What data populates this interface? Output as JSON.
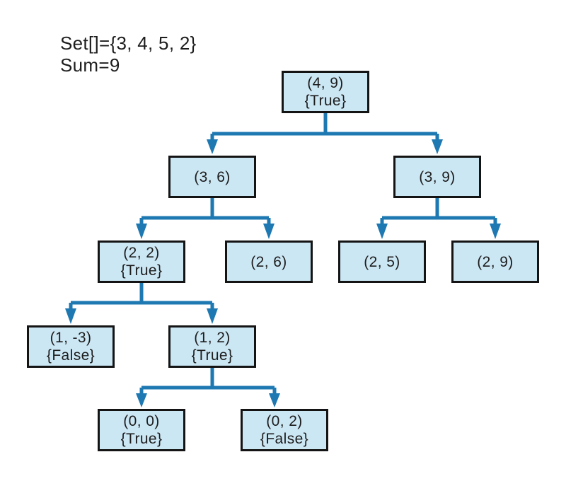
{
  "title": {
    "set_label": "Set[]={3, 4, 5, 2}",
    "sum_label": "Sum=9"
  },
  "colors": {
    "background": "#ffffff",
    "node_fill": "#cce7f4",
    "node_border": "#141414",
    "arrow": "#1e78b2",
    "text": "#1d1d1d"
  },
  "tree": {
    "nodes": [
      {
        "label": "(4, 9)",
        "status": "{True}"
      },
      {
        "label": "(3, 6)"
      },
      {
        "label": "(3, 9)"
      },
      {
        "label": "(2, 2)",
        "status": "{True}"
      },
      {
        "label": "(2, 6)"
      },
      {
        "label": "(2, 5)"
      },
      {
        "label": "(2, 9)"
      },
      {
        "label": "(1, -3)",
        "status": "{False}"
      },
      {
        "label": "(1, 2)",
        "status": "{True}"
      },
      {
        "label": "(0, 0)",
        "status": "{True}"
      },
      {
        "label": "(0, 2)",
        "status": "{False}"
      }
    ],
    "edges": [
      {
        "from": "(4, 9)",
        "to": "(3, 6)"
      },
      {
        "from": "(4, 9)",
        "to": "(3, 9)"
      },
      {
        "from": "(3, 6)",
        "to": "(2, 2)"
      },
      {
        "from": "(3, 6)",
        "to": "(2, 6)"
      },
      {
        "from": "(3, 9)",
        "to": "(2, 5)"
      },
      {
        "from": "(3, 9)",
        "to": "(2, 9)"
      },
      {
        "from": "(2, 2)",
        "to": "(1, -3)"
      },
      {
        "from": "(2, 2)",
        "to": "(1, 2)"
      },
      {
        "from": "(1, 2)",
        "to": "(0, 0)"
      },
      {
        "from": "(1, 2)",
        "to": "(0, 2)"
      }
    ]
  }
}
